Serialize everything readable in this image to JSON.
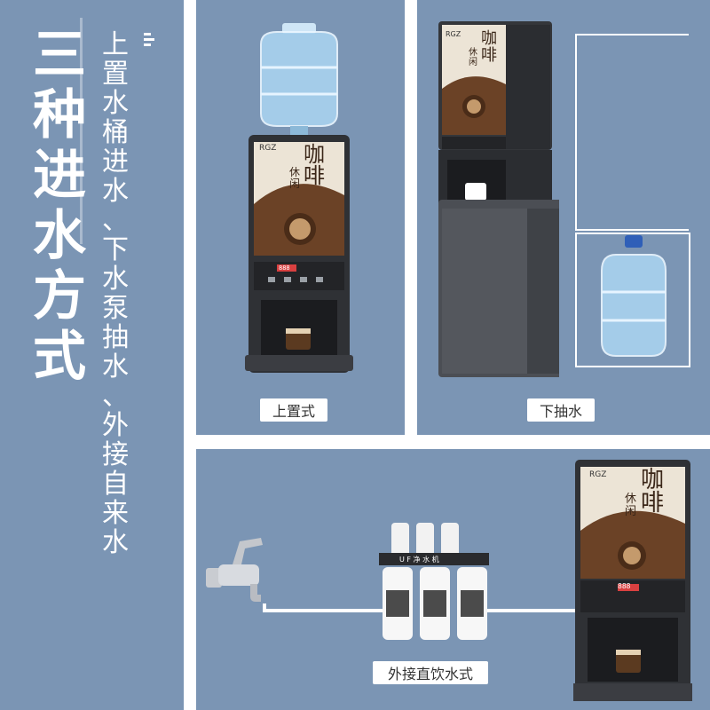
{
  "headline": [
    "三",
    "种",
    "进",
    "水",
    "方",
    "式"
  ],
  "subtext": [
    "上",
    "置",
    "水",
    "桶",
    "进",
    "水",
    "、",
    "下",
    "水",
    "泵",
    "抽",
    "水",
    "、",
    "外",
    "接",
    "自",
    "来",
    "水"
  ],
  "labels": {
    "top_mode": "上置式",
    "bottom_mode": "下抽水",
    "external_mode": "外接直饮水式"
  },
  "machine": {
    "brand": "RGZ",
    "poster_title": "咖啡",
    "poster_subtitle": "休闲",
    "display_readout": "888"
  },
  "filter": {
    "label": "U F 净 水 机"
  },
  "colors": {
    "background": "#7b95b4",
    "divider": "#ffffff",
    "machine_body": "#2f3135",
    "poster_bg": "#ece4d6",
    "coffee": "#6b4226"
  },
  "icons": [
    "menu-icon",
    "bucket-icon",
    "tap-icon",
    "filter-icon",
    "cup-icon"
  ]
}
